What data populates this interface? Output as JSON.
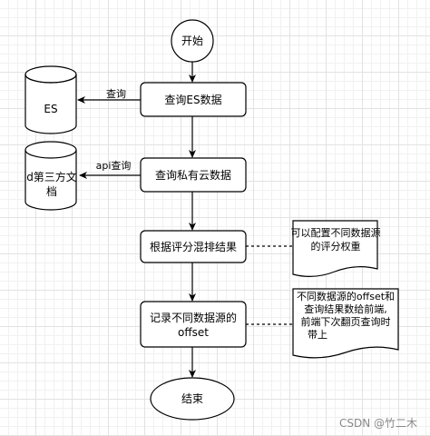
{
  "diagram": {
    "nodes": {
      "start": "开始",
      "query_es": "查询ES数据",
      "query_cloud": "查询私有云数据",
      "merge": "根据评分混排结果",
      "record_line1": "记录不同数据源的",
      "record_line2": "offset",
      "end": "结束"
    },
    "stores": {
      "es": "ES",
      "third_line1": "d第三方文",
      "third_line2": "档"
    },
    "edges": {
      "query_label": "查询",
      "api_label": "api查询"
    },
    "notes": {
      "weight_line1": "可以配置不同数据源",
      "weight_line2": "的评分权重",
      "offset_line1": "不同数据源的offset和",
      "offset_line2": "查询结果数给前端,",
      "offset_line3": "前端下次翻页查询时",
      "offset_line4": "带上"
    }
  },
  "watermark": "CSDN @竹二木"
}
